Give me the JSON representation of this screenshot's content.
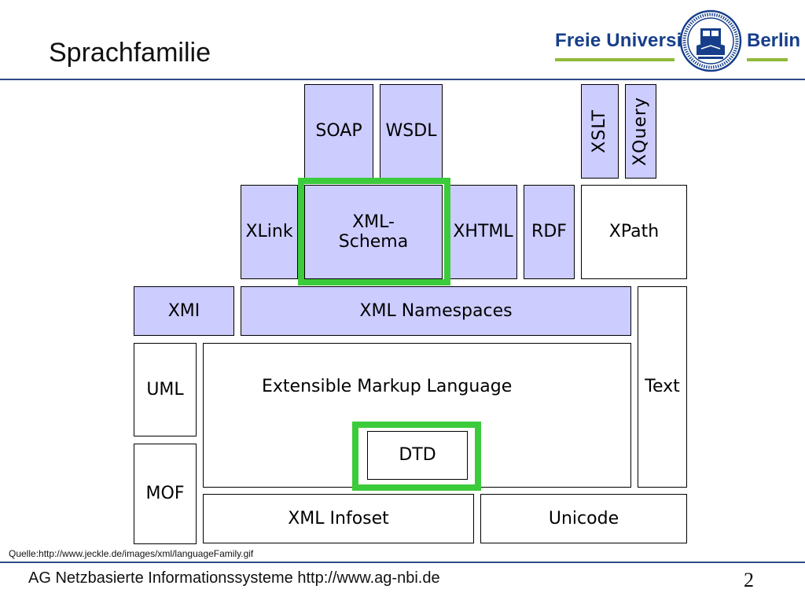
{
  "slide": {
    "title": "Sprachfamilie",
    "page_number": "2",
    "source": "Quelle:http://www.jeckle.de/images/xml/languageFamily.gif",
    "footer": "AG Netzbasierte Informationssysteme http://www.ag-nbi.de"
  },
  "logo": {
    "word1": "Freie Universität",
    "word2": "Berlin",
    "seal_text": "VERITAS IUSTITIA LIBERTAS · FREIE UNIVERSITÄT BERLIN",
    "color": "#163e8a",
    "accent": "#8fba38"
  },
  "colors": {
    "box_fill": "#ccccff",
    "highlight": "#3bcb3b",
    "rule": "#2f4a87"
  },
  "diagram": {
    "soap": "SOAP",
    "wsdl": "WSDL",
    "xslt": "XSLT",
    "xquery": "XQuery",
    "xlink": "XLink",
    "xml_schema_line1": "XML-",
    "xml_schema_line2": "Schema",
    "xhtml": "XHTML",
    "rdf": "RDF",
    "xpath": "XPath",
    "xmi": "XMI",
    "xml_namespaces": "XML Namespaces",
    "text": "Text",
    "uml": "UML",
    "xml": "Extensible Markup Language",
    "dtd": "DTD",
    "mof": "MOF",
    "xml_infoset": "XML Infoset",
    "unicode": "Unicode",
    "highlighted": [
      "XML-Schema",
      "DTD"
    ]
  }
}
